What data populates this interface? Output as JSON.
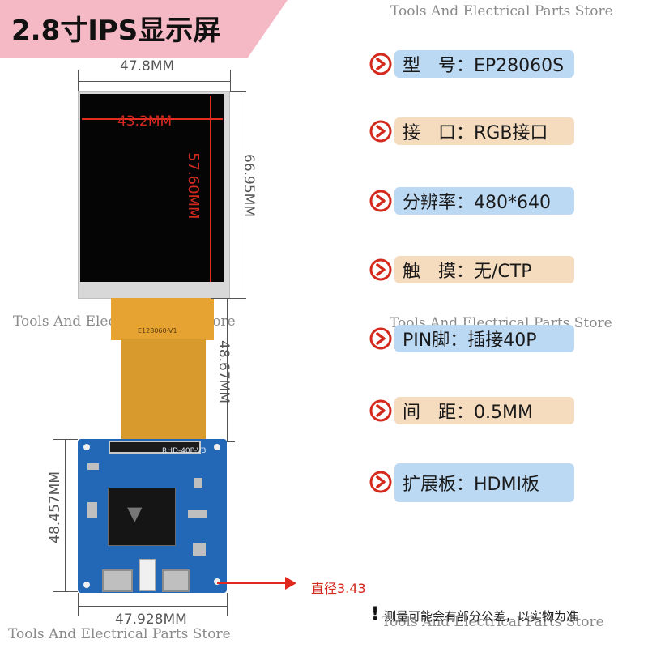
{
  "title": "2.8寸IPS显示屏",
  "watermark": "Tools And Electrical Parts Store",
  "dimensions": {
    "outer_width": "47.8MM",
    "active_width": "43.2MM",
    "active_height": "57.60MM",
    "outer_height": "66.95MM",
    "fpc_length": "48.67MM",
    "board_height": "48.457MM",
    "board_width": "47.928MM",
    "hole_diameter": "直径3.43"
  },
  "fpc_label": "E128060-V1",
  "board_label": "RHD-40P-V3",
  "specs": [
    {
      "label": "型　号：EP28060S",
      "style": "blue",
      "icon": "arrow-circle-icon"
    },
    {
      "label": "接　口：RGB接口",
      "style": "tan",
      "icon": "arrow-circle-icon"
    },
    {
      "label": "分辨率：480*640",
      "style": "blue",
      "icon": "arrow-circle-icon"
    },
    {
      "label": "触　摸：无/CTP",
      "style": "tan",
      "icon": "arrow-circle-icon"
    },
    {
      "label": "PIN脚：插接40P",
      "style": "blue",
      "icon": "arrow-circle-icon"
    },
    {
      "label": "间　距：0.5MM",
      "style": "tan",
      "icon": "arrow-circle-icon"
    },
    {
      "label": "扩展板：HDMI板",
      "style": "blue",
      "icon": "arrow-circle-icon"
    }
  ],
  "note": "测量可能会有部分公差，以实物为准",
  "colors": {
    "accent_red": "#d42a1e",
    "pill_blue": "#bcd9f4",
    "pill_tan": "#f6dcbf",
    "banner_pink": "#f5b8c5"
  }
}
